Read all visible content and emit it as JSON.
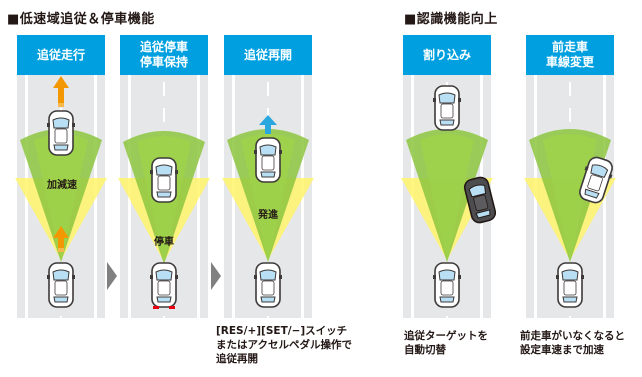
{
  "section_left_title": "■低速域追従＆停車機能",
  "section_right_title": "■認識機能向上",
  "panels": [
    {
      "header": [
        "追従走行"
      ],
      "label": "加減速"
    },
    {
      "header": [
        "追従停車",
        "停車保持"
      ],
      "label": "停車"
    },
    {
      "header": [
        "追従再開"
      ],
      "label": "発進"
    },
    {
      "header": [
        "割り込み"
      ],
      "label": ""
    },
    {
      "header": [
        "前走車",
        "車線変更"
      ],
      "label": ""
    }
  ],
  "captions": {
    "resume": [
      "[RES/+][SET/−]スイッチ",
      "またはアクセルペダル操作で",
      "追従再開"
    ],
    "cut_in": [
      "追従ターゲットを",
      "自動切替"
    ],
    "lane_change": [
      "前走車がいなくなると",
      "設定車速まで加速"
    ]
  },
  "colors": {
    "header_blue": "#00a0e0",
    "road_gray": "#e6e7e8",
    "sensor_green": "#8cc63f",
    "sensor_yellow": "#fff36b",
    "arrow_orange": "#f39800",
    "arrow_blue": "#29a8e0",
    "chevron_gray": "#808080",
    "brake_red": "#e60012"
  }
}
